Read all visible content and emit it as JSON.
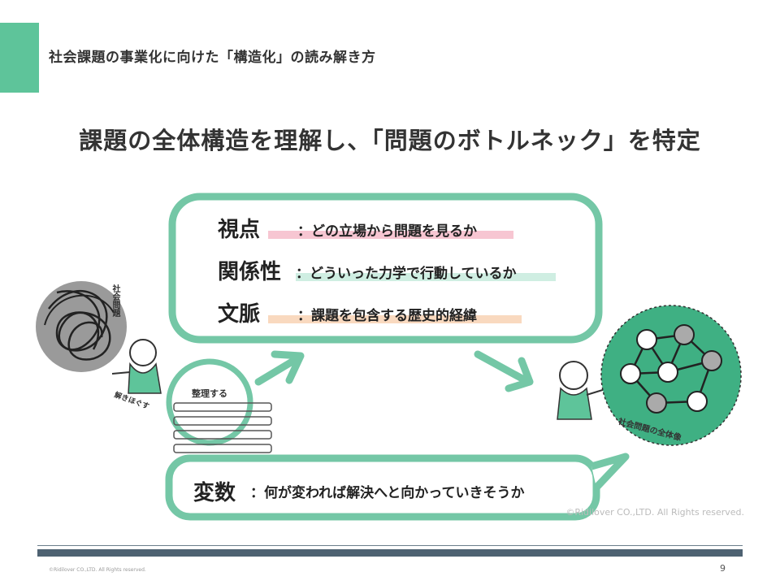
{
  "header": {
    "title": "社会課題の事業化に向けた「構造化」の読み解き方"
  },
  "headline": "課題の全体構造を理解し、「問題のボトルネック」を特定",
  "framework": [
    {
      "term": "視点",
      "description": "：どの立場から問題を見るか",
      "highlight_color": "#f7c6d2"
    },
    {
      "term": "関係性",
      "description": "：どういった力学で行動しているか",
      "highlight_color": "#cfeee2"
    },
    {
      "term": "文脈",
      "description": "：課題を包含する歴史的経緯",
      "highlight_color": "#f9d9bf"
    }
  ],
  "variable": {
    "term": "変数",
    "description": "：何が変われば解決へと向かっていきそうか"
  },
  "illustration_labels": {
    "social_problem": "社会問題",
    "untangle": "解きほぐす",
    "organize": "整理する",
    "whole_picture": "社会問題の全体像"
  },
  "image_copyright": "©Ridilover CO.,LTD. All Rights reserved.",
  "footer": {
    "copyright": "©Ridilover CO.,LTD. All Rights reserved.",
    "page": "9"
  },
  "colors": {
    "accent": "#5ec49a",
    "frame": "#74c7a6",
    "footer_bar": "#4e6272"
  }
}
